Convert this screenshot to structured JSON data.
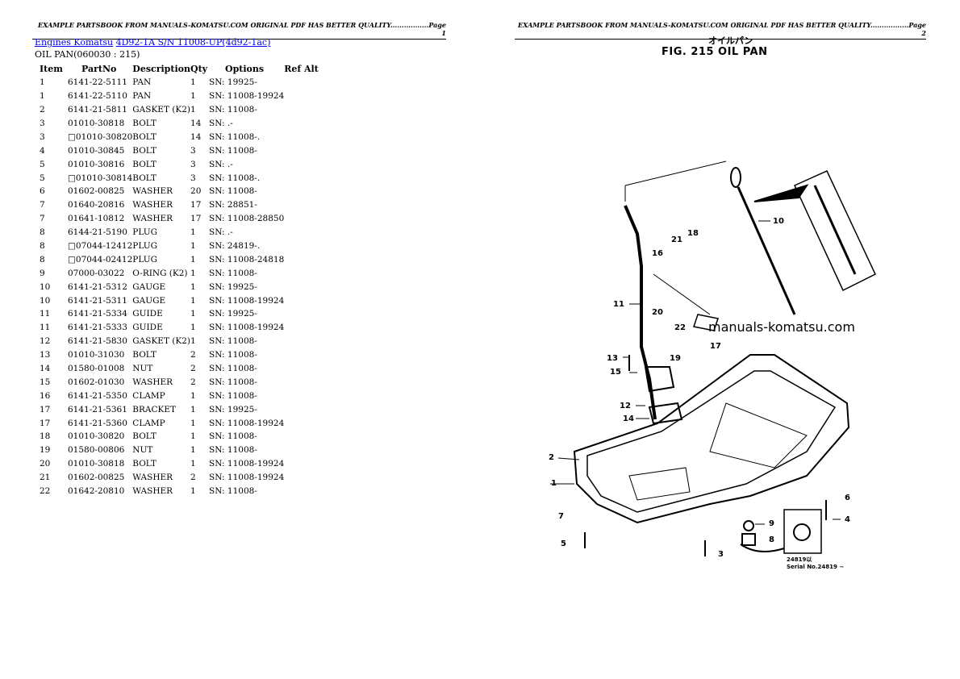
{
  "header": {
    "page1": "EXAMPLE PARTSBOOK FROM MANUALS-KOMATSU.COM ORIGINAL PDF HAS BETTER QUALITY.................Page 1",
    "page2": "EXAMPLE PARTSBOOK FROM MANUALS-KOMATSU.COM ORIGINAL PDF HAS BETTER QUALITY.................Page 2"
  },
  "breadcrumb": {
    "link1": "Engines Komatsu",
    "link2": "4D92-1A S/N 11008-UP(4d92-1ac)"
  },
  "subtitle": "OIL PAN(060030 : 215)",
  "table": {
    "columns": [
      "Item",
      "PartNo",
      "Description",
      "Qty",
      "Options",
      "Ref Alt"
    ],
    "rows": [
      [
        "1",
        "6141-22-5111",
        "PAN",
        "1",
        "SN: 19925-"
      ],
      [
        "1",
        "6141-22-5110",
        "PAN",
        "1",
        "SN: 11008-19924"
      ],
      [
        "2",
        "6141-21-5811",
        "GASKET (K2)",
        "1",
        "SN: 11008-"
      ],
      [
        "3",
        "01010-30818",
        "BOLT",
        "14",
        "SN: .-"
      ],
      [
        "3",
        "□01010-30820",
        "BOLT",
        "14",
        "SN: 11008-."
      ],
      [
        "4",
        "01010-30845",
        "BOLT",
        "3",
        "SN: 11008-"
      ],
      [
        "5",
        "01010-30816",
        "BOLT",
        "3",
        "SN: .-"
      ],
      [
        "5",
        "□01010-30814",
        "BOLT",
        "3",
        "SN: 11008-."
      ],
      [
        "6",
        "01602-00825",
        "WASHER",
        "20",
        "SN: 11008-"
      ],
      [
        "7",
        "01640-20816",
        "WASHER",
        "17",
        "SN: 28851-"
      ],
      [
        "7",
        "01641-10812",
        "WASHER",
        "17",
        "SN: 11008-28850"
      ],
      [
        "8",
        "6144-21-5190",
        "PLUG",
        "1",
        "SN: .-"
      ],
      [
        "8",
        "□07044-12412",
        "PLUG",
        "1",
        "SN: 24819-."
      ],
      [
        "8",
        "□07044-02412",
        "PLUG",
        "1",
        "SN: 11008-24818"
      ],
      [
        "9",
        "07000-03022",
        "O-RING (K2)",
        "1",
        "SN: 11008-"
      ],
      [
        "10",
        "6141-21-5312",
        "GAUGE",
        "1",
        "SN: 19925-"
      ],
      [
        "10",
        "6141-21-5311",
        "GAUGE",
        "1",
        "SN: 11008-19924"
      ],
      [
        "11",
        "6141-21-5334",
        "GUIDE",
        "1",
        "SN: 19925-"
      ],
      [
        "11",
        "6141-21-5333",
        "GUIDE",
        "1",
        "SN: 11008-19924"
      ],
      [
        "12",
        "6141-21-5830",
        "GASKET (K2)",
        "1",
        "SN: 11008-"
      ],
      [
        "13",
        "01010-31030",
        "BOLT",
        "2",
        "SN: 11008-"
      ],
      [
        "14",
        "01580-01008",
        "NUT",
        "2",
        "SN: 11008-"
      ],
      [
        "15",
        "01602-01030",
        "WASHER",
        "2",
        "SN: 11008-"
      ],
      [
        "16",
        "6141-21-5350",
        "CLAMP",
        "1",
        "SN: 11008-"
      ],
      [
        "17",
        "6141-21-5361",
        "BRACKET",
        "1",
        "SN: 19925-"
      ],
      [
        "17",
        "6141-21-5360",
        "CLAMP",
        "1",
        "SN: 11008-19924"
      ],
      [
        "18",
        "01010-30820",
        "BOLT",
        "1",
        "SN: 11008-"
      ],
      [
        "19",
        "01580-00806",
        "NUT",
        "1",
        "SN: 11008-"
      ],
      [
        "20",
        "01010-30818",
        "BOLT",
        "1",
        "SN: 11008-19924"
      ],
      [
        "21",
        "01602-00825",
        "WASHER",
        "2",
        "SN: 11008-19924"
      ],
      [
        "22",
        "01642-20810",
        "WASHER",
        "1",
        "SN: 11008-"
      ]
    ]
  },
  "diagram": {
    "title_jp": "オイルパン",
    "title": "FIG. 215  OIL PAN",
    "watermark": "manuals-komatsu.com",
    "note1": "24819以",
    "note2": "Serial No.24819 ~",
    "callouts": [
      "1",
      "2",
      "3",
      "4",
      "5",
      "6",
      "7",
      "8",
      "9",
      "10",
      "11",
      "12",
      "13",
      "14",
      "15",
      "16",
      "17",
      "18",
      "19",
      "20",
      "21",
      "22"
    ]
  }
}
